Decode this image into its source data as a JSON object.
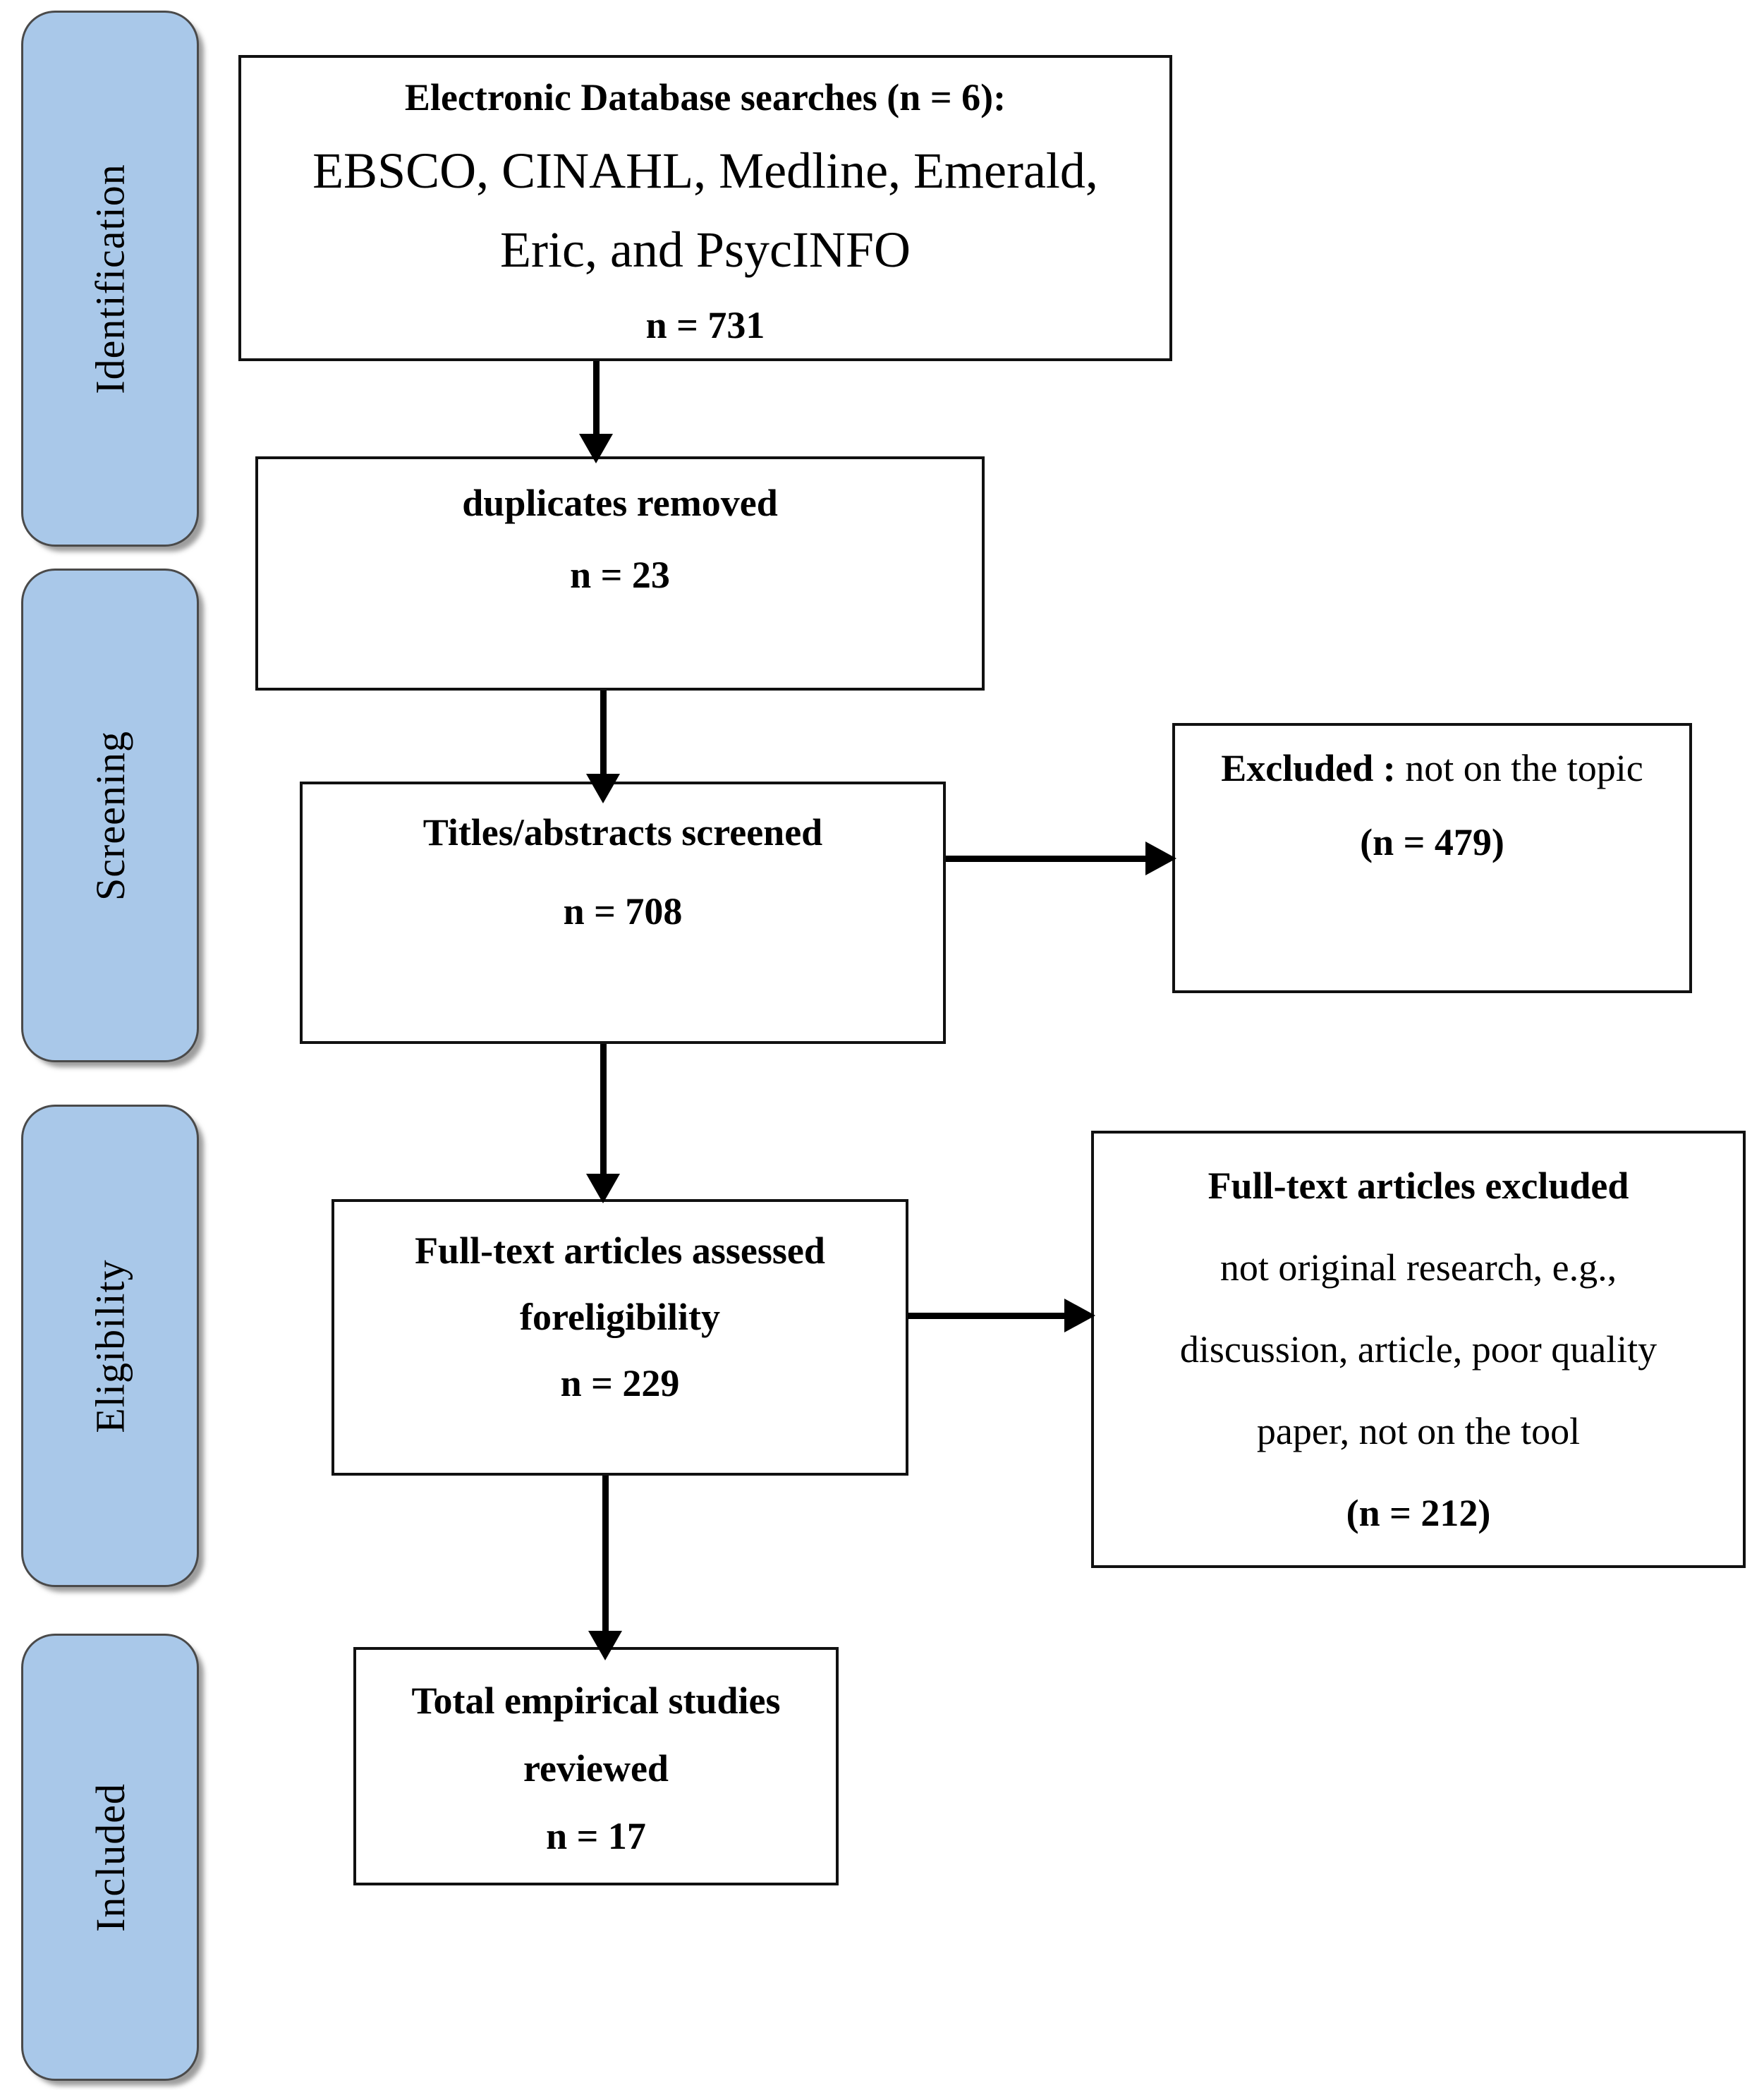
{
  "stages": [
    {
      "label": "Identification"
    },
    {
      "label": "Screening"
    },
    {
      "label": "Eligibility"
    },
    {
      "label": "Included"
    }
  ],
  "boxes": {
    "database_search": {
      "title": "Electronic Database searches (n = 6):",
      "line1": "EBSCO, CINAHL, Medline, Emerald,",
      "line2": "Eric, and PsycINFO",
      "count": "n = 731"
    },
    "duplicates_removed": {
      "title": "duplicates removed",
      "count": "n = 23"
    },
    "titles_screened": {
      "title": "Titles/abstracts screened",
      "count": "n = 708"
    },
    "excluded_not_on_topic": {
      "label_bold": "Excluded :",
      "label_regular": " not on the topic",
      "count": "(n = 479)"
    },
    "fulltext_assessed": {
      "line1": "Full-text articles assessed",
      "line2": "foreligibility",
      "count": "n = 229"
    },
    "fulltext_excluded": {
      "title": "Full-text articles excluded",
      "reason1": "not original research, e.g.,",
      "reason2": "discussion, article, poor quality",
      "reason3": "paper, not on the tool",
      "count": "(n = 212)"
    },
    "total_included": {
      "line1": "Total empirical studies",
      "line2": "reviewed",
      "count": "n = 17"
    }
  },
  "colors": {
    "stage_fill": "#A9C8E9",
    "stage_border": "#4A4A4A",
    "box_border": "#111111",
    "arrow": "#000000",
    "text": "#000000",
    "background": "#FFFFFF"
  }
}
